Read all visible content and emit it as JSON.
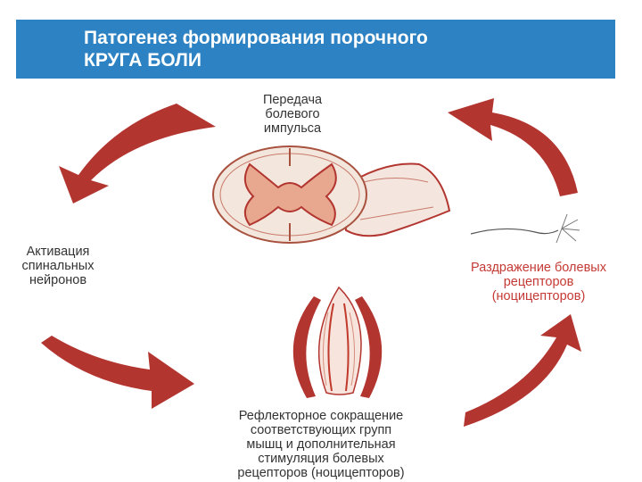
{
  "title": {
    "line1": "Патогенез формирования порочного",
    "line2": "КРУГА БОЛИ"
  },
  "labels": {
    "transmission": [
      "Передача",
      "болевого",
      "импульса"
    ],
    "activation": [
      "Активация",
      "спинальных",
      "нейронов"
    ],
    "irritation": [
      "Раздражение болевых",
      "рецепторов",
      "(ноцицепторов)"
    ],
    "contraction": [
      "Рефлекторное сокращение",
      "соответствующих групп",
      "мышц и дополнительная",
      "стимуляция болевых",
      "рецепторов (ноцицепторов)"
    ]
  },
  "colors": {
    "title_bar": "#2d82c3",
    "arrow": "#b33530",
    "accent_text": "#c43a36",
    "body_text": "#333333"
  }
}
